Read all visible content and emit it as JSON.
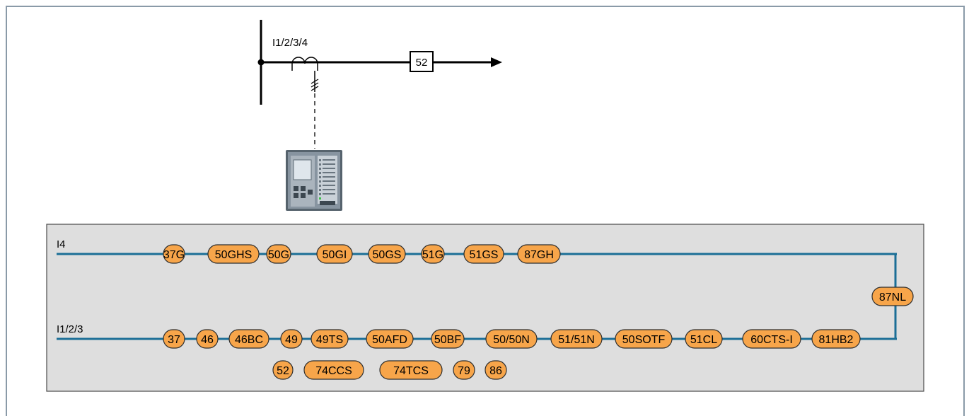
{
  "sld": {
    "ct_label": "I1/2/3/4",
    "breaker_label": "52"
  },
  "panel": {
    "row_top_label": "I4",
    "row_bottom_label": "I1/2/3",
    "top_functions": [
      "37G",
      "50GHS",
      "50G",
      "50GI",
      "50GS",
      "51G",
      "51GS",
      "87GH"
    ],
    "bottom_functions": [
      "37",
      "46",
      "46BC",
      "49",
      "49TS",
      "50AFD",
      "50BF",
      "50/50N",
      "51/51N",
      "50SOTF",
      "51CL",
      "60CTS-I",
      "81HB2"
    ],
    "extra_functions": [
      "52",
      "74CCS",
      "74TCS",
      "79",
      "86"
    ],
    "side_function": "87NL"
  },
  "colors": {
    "pill_fill": "#f7a54a",
    "line": "#1b6e96",
    "panel_bg": "#dedede"
  }
}
